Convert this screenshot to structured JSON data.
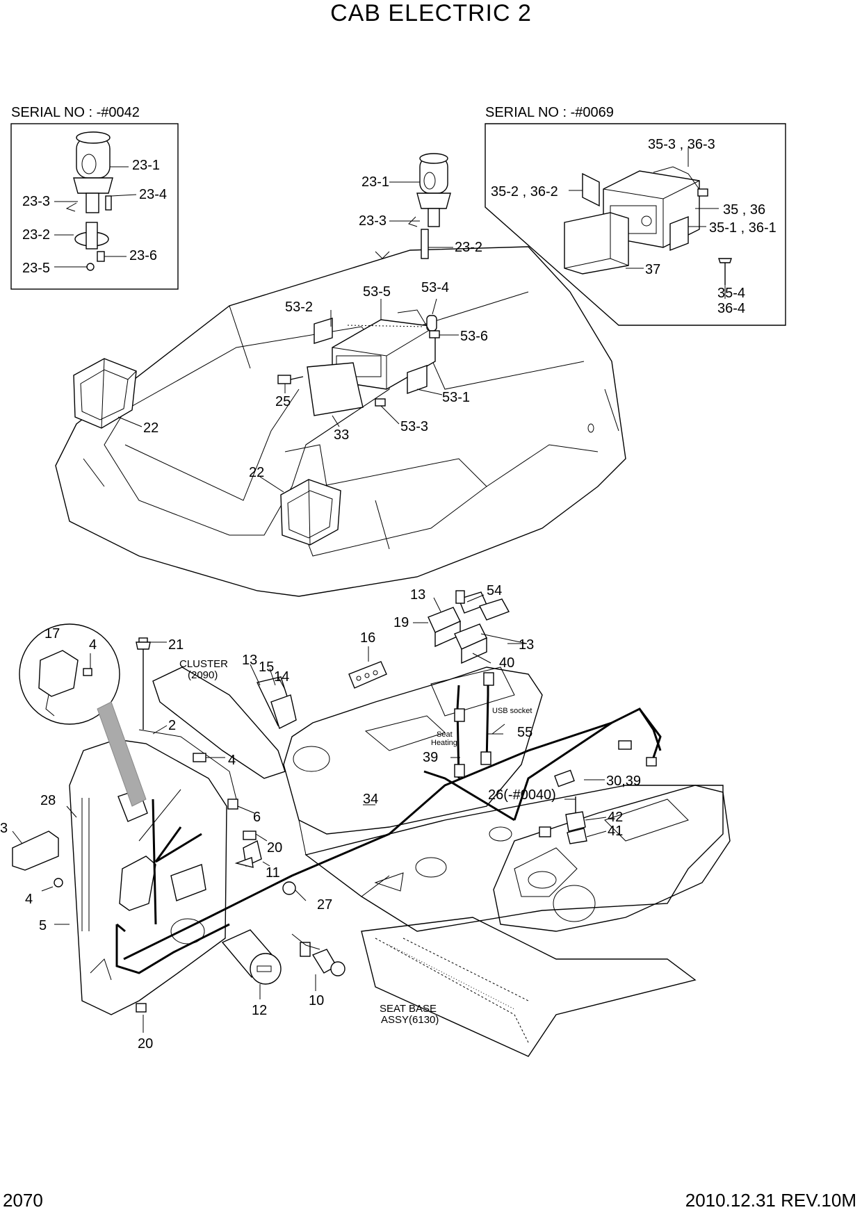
{
  "title": "CAB ELECTRIC 2",
  "page_number": "2070",
  "revision": "2010.12.31  REV.10M",
  "insets": {
    "left_serial": "SERIAL NO : -#0042",
    "right_serial": "SERIAL NO : -#0069"
  },
  "notes": {
    "cluster": "CLUSTER",
    "cluster_ref": "(2090)",
    "usb_socket": "USB socket",
    "seat": "Seat",
    "heating": "Heating",
    "seat_base": "SEAT BASE",
    "seat_base_ref": "ASSY(6130)"
  },
  "callouts": {
    "c23_1a": "23-1",
    "c23_3a": "23-3",
    "c23_4a": "23-4",
    "c23_2a": "23-2",
    "c23_6a": "23-6",
    "c23_5a": "23-5",
    "c23_1b": "23-1",
    "c23_3b": "23-3",
    "c23_2b": "23-2",
    "c35_3": "35-3 , 36-3",
    "c35_2": "35-2 , 36-2",
    "c35": "35 , 36",
    "c35_1": "35-1 , 36-1",
    "c37": "37",
    "c35_4": "35-4",
    "c36_4": "36-4",
    "c53_2": "53-2",
    "c53_5": "53-5",
    "c53_4": "53-4",
    "c53_6": "53-6",
    "c53_1": "53-1",
    "c53_3": "53-3",
    "c25": "25",
    "c33": "33",
    "c22a": "22",
    "c22b": "22",
    "c13a": "13",
    "c54": "54",
    "c19": "19",
    "c13b": "13",
    "c40": "40",
    "c16": "16",
    "c55": "55",
    "c39": "39",
    "c30_39": "30,39",
    "c26": "26(-#0040)",
    "c42": "42",
    "c41": "41",
    "c34": "34",
    "c17": "17",
    "c4a": "4",
    "c21": "21",
    "c13c": "13",
    "c15": "15",
    "c14": "14",
    "c2": "2",
    "c4b": "4",
    "c28": "28",
    "c3": "3",
    "c6": "6",
    "c20a": "20",
    "c11": "11",
    "c4c": "4",
    "c27": "27",
    "c5": "5",
    "c12": "12",
    "c10": "10",
    "c20b": "20"
  }
}
